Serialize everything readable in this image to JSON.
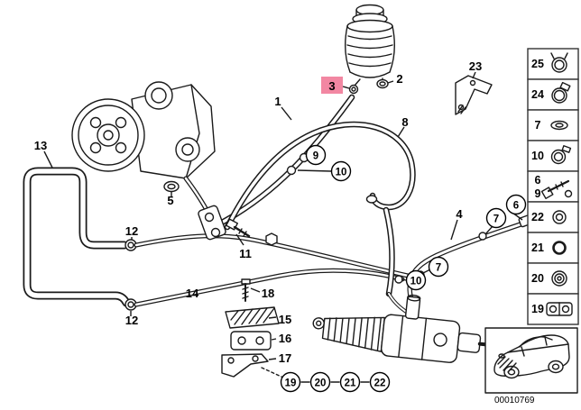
{
  "diagram": {
    "image_id": "00010769",
    "highlighted_part": "3",
    "highlight_color": "#f287a2",
    "labels": {
      "l1": "1",
      "l2": "2",
      "l3": "3",
      "l4": "4",
      "l5": "5",
      "l8": "8",
      "l11": "11",
      "l12a": "12",
      "l12b": "12",
      "l13": "13",
      "l14": "14",
      "l15": "15",
      "l16": "16",
      "l17": "17",
      "l18": "18",
      "l23": "23",
      "c9": "9",
      "c10a": "10",
      "c6": "6",
      "c7a": "7",
      "c7b": "7",
      "c10b": "10",
      "c19": "19",
      "c20": "20",
      "c21": "21",
      "c22": "22"
    },
    "sidebar": {
      "items": [
        {
          "label": "25",
          "icon": "hose-clamp-icon"
        },
        {
          "label": "24",
          "icon": "band-clamp-icon"
        },
        {
          "label": "7",
          "icon": "seal-washer-icon"
        },
        {
          "label": "10",
          "icon": "clamp-ring-icon"
        },
        {
          "label": "6",
          "label2": "9",
          "icon": "banjo-bolt-icon"
        },
        {
          "label": "22",
          "icon": "washer-icon"
        },
        {
          "label": "21",
          "icon": "o-ring-icon"
        },
        {
          "label": "20",
          "icon": "grommet-icon"
        },
        {
          "label": "19",
          "icon": "clamp-bracket-icon"
        }
      ]
    }
  }
}
